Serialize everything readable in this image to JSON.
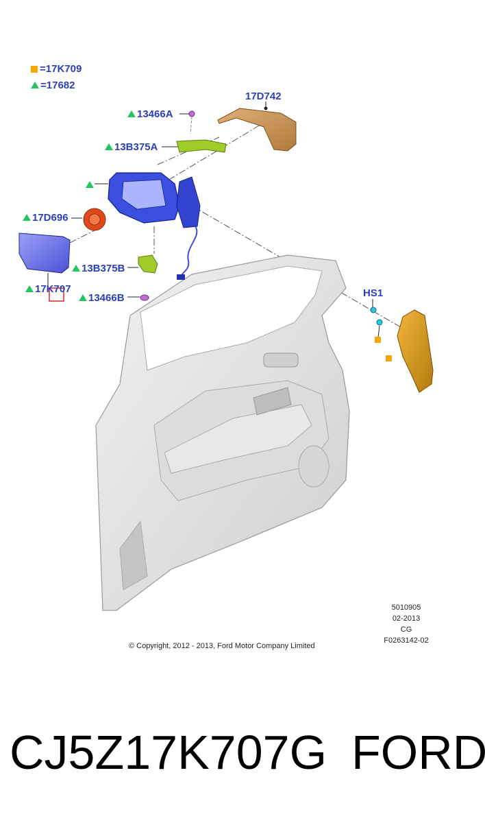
{
  "legend": [
    {
      "marker": "square",
      "color": "#f5a800",
      "label": "=17K709"
    },
    {
      "marker": "triangle",
      "color": "#22c55e",
      "label": "=17682"
    }
  ],
  "callouts": {
    "c17D742": "17D742",
    "c13466A": "13466A",
    "c13B375A": "13B375A",
    "c17D696": "17D696",
    "c13B375B": "13B375B",
    "c17K707": "17K707",
    "c13466B": "13466B",
    "cHS1": "HS1"
  },
  "meta": {
    "line1": "5010905",
    "line2": "02-2013",
    "line3": "CG",
    "line4": "F0263142-02"
  },
  "copyright": "© Copyright, 2012 - 2013, Ford Motor Company Limited",
  "footer": {
    "part_number": "CJ5Z17K707G",
    "brand": "FORD"
  },
  "colors": {
    "label_blue": "#2a3fb8",
    "highlight_red": "#e02424",
    "marker_green": "#22c55e",
    "marker_orange": "#f5a800"
  }
}
